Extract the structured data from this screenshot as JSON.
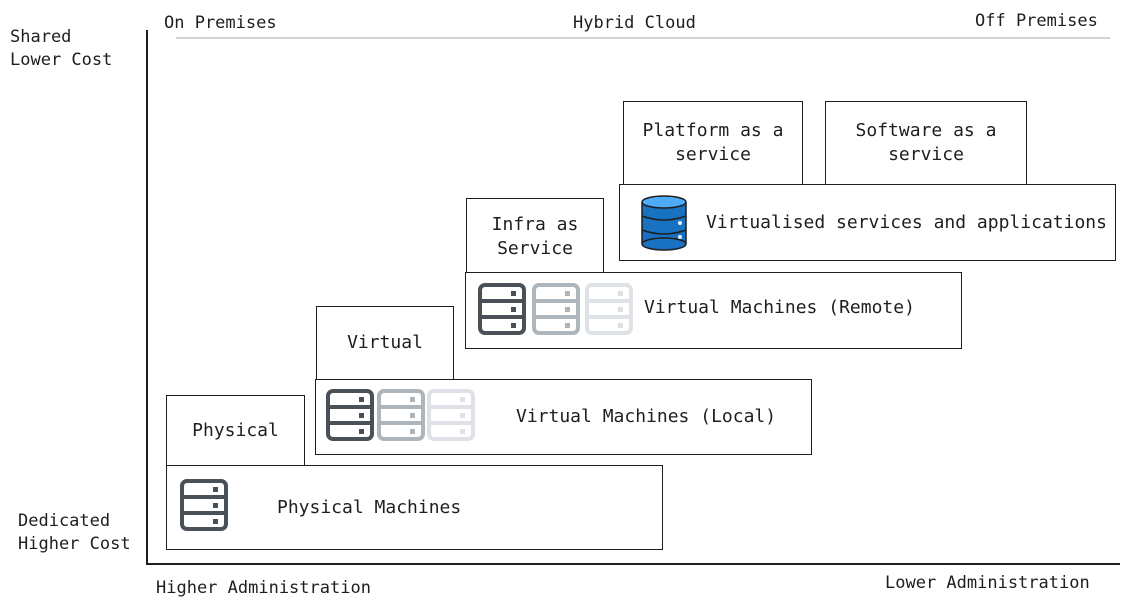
{
  "axes": {
    "y_top": "Shared\nLower Cost",
    "y_bottom": "Dedicated\nHigher Cost",
    "x_left": "Higher Administration",
    "x_right": "Lower Administration"
  },
  "header": {
    "left": "On Premises",
    "center": "Hybrid Cloud",
    "right": "Off Premises"
  },
  "tiers": {
    "physical": {
      "label": "Physical"
    },
    "virtual": {
      "label": "Virtual"
    },
    "iaas": {
      "label": "Infra as\nService"
    },
    "paas": {
      "label": "Platform as a\nservice"
    },
    "saas": {
      "label": "Software as a\nservice"
    }
  },
  "rows": {
    "physical_machines": {
      "label": "Physical Machines",
      "icon": "server-icon"
    },
    "vm_local": {
      "label": "Virtual Machines (Local)",
      "icon": "server-icon"
    },
    "vm_remote": {
      "label": "Virtual Machines (Remote)",
      "icon": "server-icon"
    },
    "virtualised_services": {
      "label": "Virtualised services and applications",
      "icon": "database-icon"
    }
  },
  "colors": {
    "server_dark": "#495057",
    "server_mid": "#adb5bd",
    "server_light": "#dee2e6",
    "database_blue": "#1971c2"
  }
}
